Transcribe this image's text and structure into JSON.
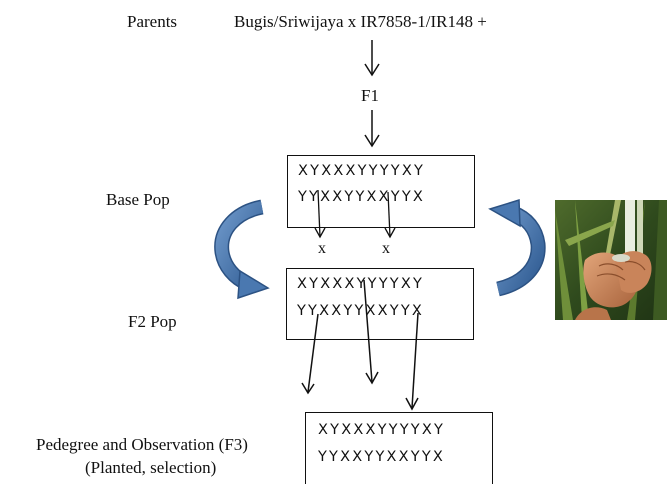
{
  "labels": {
    "parents": "Parents",
    "cross": "Bugis/Sriwijaya x IR7858-1/IR148 +",
    "f1": "F1",
    "base_pop": "Base Pop",
    "f2_pop": "F2 Pop",
    "f3_line1": "Pedegree and Observation (F3)",
    "f3_line2": "(Planted, selection)"
  },
  "base_box": {
    "row1": "XYXXXYYYYXY",
    "row2": "YYXXYYXXYYX"
  },
  "cross_marks": [
    "x",
    "x"
  ],
  "f2_box": {
    "row1": "XYXXXYYYYXY",
    "row2": "YYXXYYXXYYX"
  },
  "f3_box": {
    "row1": "XYXXXYYYYXY",
    "row2": "YYXXYYXXYYX"
  },
  "colors": {
    "cycle_arrow": "#4a78b0",
    "cycle_arrow_dark": "#2c5283",
    "line": "#111111"
  },
  "icons": {
    "cycle_left": "curved-arrow-down-icon",
    "cycle_right": "curved-arrow-up-icon",
    "photo": "hands-pollinating-rice-photo"
  }
}
